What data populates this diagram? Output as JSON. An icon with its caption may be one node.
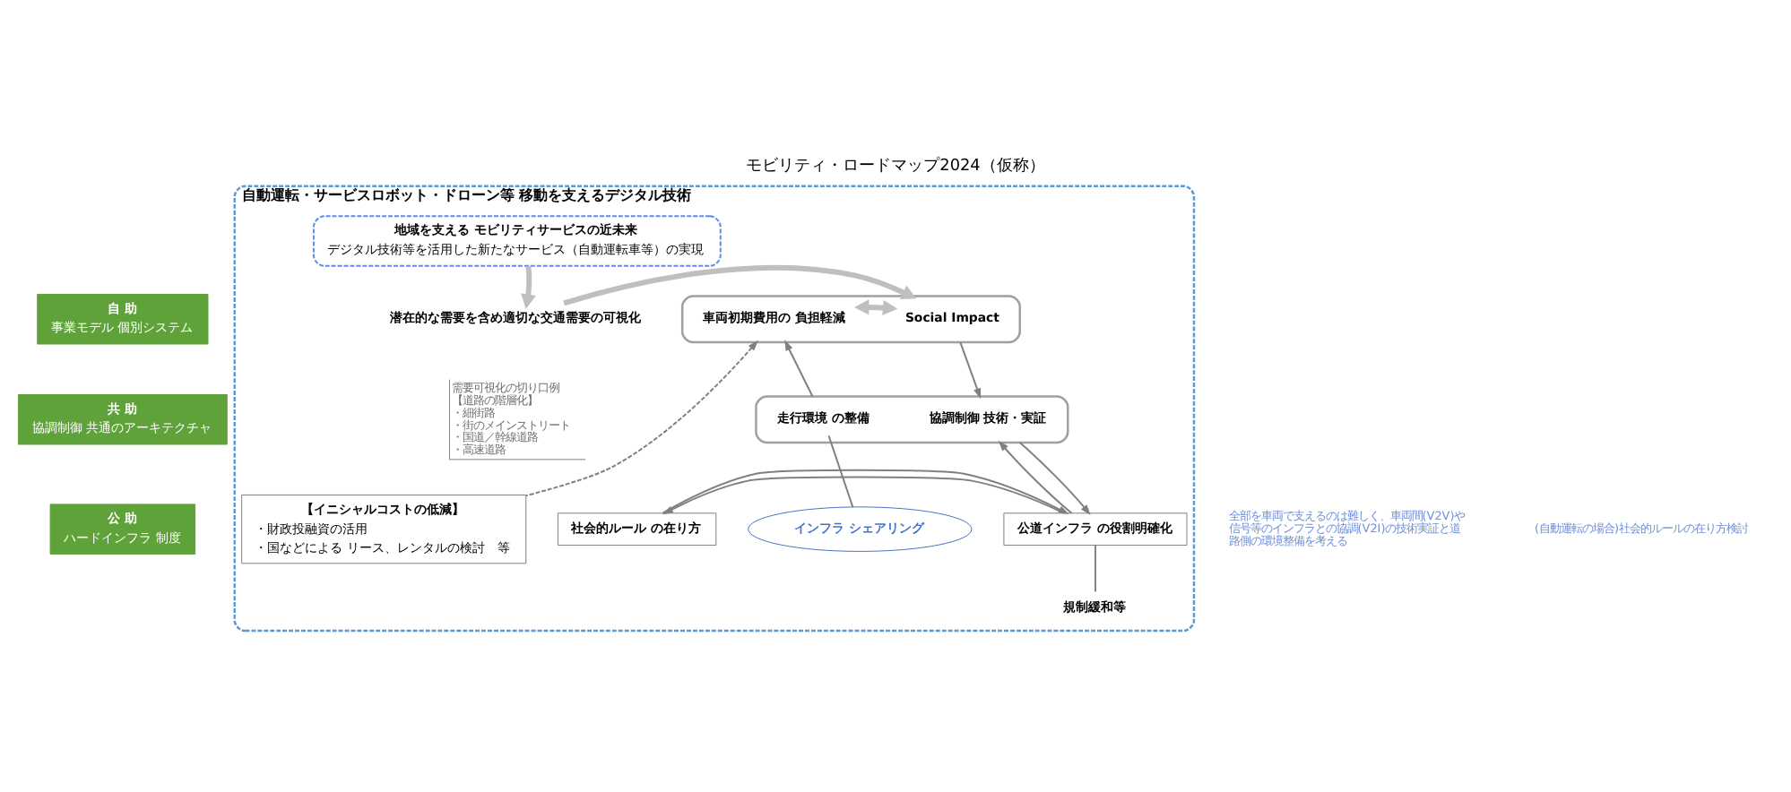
{
  "diagram": {
    "title": "モビリティ・ロードマップ2024（仮称）",
    "nodes": [
      {
        "text": [
          "自動運転・サービスロボット・ドローン等 移動を支えるデジタル技術"
        ]
      },
      {
        "text": [
          "地域を支える モビリティサービスの近未来",
          "デジタル技術等を活用した新たなサービス（自動運転車等）の実現"
        ],
        "in": 0
      },
      {
        "text": [
          "自 助",
          "事業モデル 個別システム"
        ]
      },
      {
        "text": [
          "共 助",
          "協調制御 共通のアーキテクチャ"
        ]
      },
      {
        "text": [
          "公 助",
          "ハードインフラ 制度"
        ]
      },
      {
        "text": [],
        "shape": "box",
        "in": 0
      },
      {
        "text": [
          "車両初期費用の 負担軽減"
        ],
        "in": 5
      },
      {
        "text": [
          "Social Impact"
        ],
        "in": 5
      },
      {
        "text": [
          "潜在的な需要を含め適切な交通需要の可視化"
        ],
        "in": 0,
        "beside": [
          "需要可視化の切り口例",
          "【道路の階層化】",
          "・細街路",
          "・街のメインストリート",
          "・国道／幹線道路",
          "・高速道路"
        ]
      },
      {
        "text": [],
        "shape": "box",
        "in": 0
      },
      {
        "text": [
          "走行環境 の整備"
        ],
        "in": 9
      },
      {
        "text": [
          "協調制御 技術・実証"
        ],
        "in": 9
      },
      {
        "text": [
          "インフラ シェアリング"
        ],
        "in": 0
      },
      {
        "text": [
          "【イニシャルコストの低減】",
          "・財政投融資の活用",
          "・国などによる リース、レンタルの検討　等"
        ],
        "in": 0
      },
      {
        "text": [
          "公道インフラ の役割明確化"
        ],
        "in": 0
      },
      {
        "text": [
          "社会的ルール の在り方"
        ],
        "in": 0
      },
      {
        "text": [
          "規制緩和等"
        ],
        "in": 0
      }
    ],
    "edges": [
      {
        "from": 6,
        "to": 7,
        "arrow": "both",
        "style": "thick",
        "color": "#bfbfbf"
      },
      {
        "from": 1,
        "to": 8,
        "arrow": "to",
        "style": "thick",
        "color": "#bfbfbf"
      },
      {
        "from": 8,
        "to": 5,
        "arrow": "to",
        "style": "thick",
        "color": "#bfbfbf"
      },
      {
        "from": 9,
        "to": 5,
        "arrow": "to"
      },
      {
        "from": 5,
        "to": 9,
        "arrow": "to"
      },
      {
        "from": 12,
        "to": 10,
        "arrow": "none"
      },
      {
        "from": 14,
        "to": 9,
        "arrow": "to"
      },
      {
        "from": 9,
        "to": 14,
        "arrow": "to"
      },
      {
        "from": 14,
        "to": 15,
        "arrow": "to"
      },
      {
        "from": 15,
        "to": 14,
        "arrow": "to"
      },
      {
        "from": 14,
        "to": 16,
        "arrow": "none"
      },
      {
        "from": 13,
        "to": 5,
        "arrow": "to",
        "style": "dashed"
      }
    ],
    "labels": [
      "全部を車両で支えるのは難しく、車両間(V2V)や信号等のインフラとの協調(V2I)の技術実証と道路側の環境整備を考える",
      "(自動運転の場合)社会的ルールの在り方検討"
    ]
  }
}
